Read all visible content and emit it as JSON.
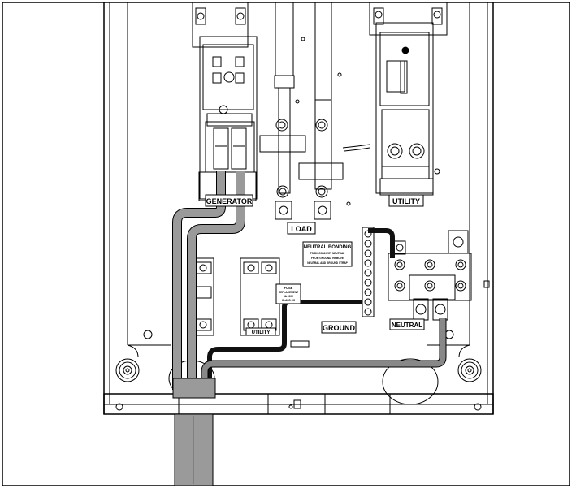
{
  "labels": {
    "generator": "GENERATOR",
    "utility_breaker": "UTILITY",
    "load": "LOAD",
    "ground": "GROUND",
    "neutral": "NEUTRAL",
    "utility_fuse": "UTILITY",
    "neutral_bonding_title": "NEUTRAL BONDING",
    "neutral_bonding_line1": "TO DISCONNECT NEUTRAL",
    "neutral_bonding_line2": "FROM GROUND, REMOVE",
    "neutral_bonding_line3": "NEUTRAL AND GROUND STRAP",
    "fuse_title": "FUSE",
    "fuse_line1": "REPLACEMENT",
    "fuse_line2": "5A 600V",
    "fuse_line3": "CLASS CC"
  },
  "colors": {
    "line": "#000000",
    "cable_gray": "#9a9a9a",
    "wire_black": "#111111",
    "wire_gray": "#888888",
    "background": "#ffffff"
  }
}
